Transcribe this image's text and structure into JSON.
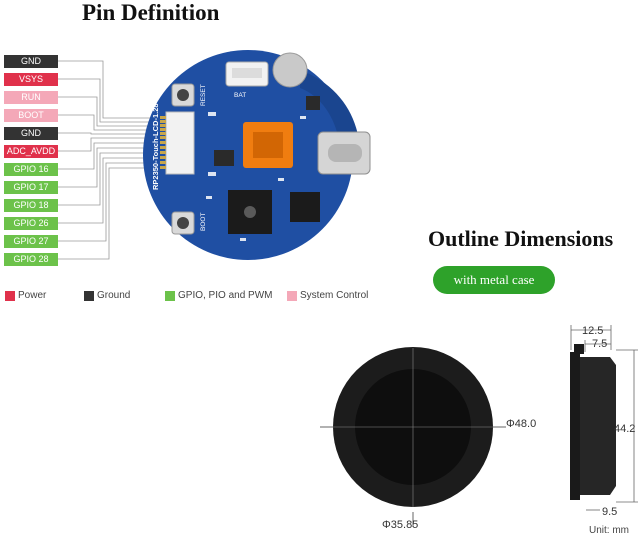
{
  "titles": {
    "pin_definition": "Pin Definition",
    "outline_dimensions": "Outline Dimensions"
  },
  "pins": [
    {
      "label": "GND",
      "category": "ground"
    },
    {
      "label": "VSYS",
      "category": "power"
    },
    {
      "label": "RUN",
      "category": "system"
    },
    {
      "label": "BOOT",
      "category": "system"
    },
    {
      "label": "GND",
      "category": "ground"
    },
    {
      "label": "ADC_AVDD",
      "category": "power"
    },
    {
      "label": "GPIO 16",
      "category": "gpio"
    },
    {
      "label": "GPIO 17",
      "category": "gpio"
    },
    {
      "label": "GPIO 18",
      "category": "gpio"
    },
    {
      "label": "GPIO 26",
      "category": "gpio"
    },
    {
      "label": "GPIO 27",
      "category": "gpio"
    },
    {
      "label": "GPIO 28",
      "category": "gpio"
    }
  ],
  "legend": [
    {
      "label": "Power",
      "color": "#e0314b"
    },
    {
      "label": "Ground",
      "color": "#333333"
    },
    {
      "label": "GPIO, PIO and PWM",
      "color": "#6cc24a"
    },
    {
      "label": "System Control",
      "color": "#f4a8b8"
    }
  ],
  "board": {
    "silkscreen_name": "RP2350-Touch-LCD-1.28",
    "labels": {
      "reset": "RESET",
      "bat": "BAT",
      "boot": "BOOT"
    }
  },
  "metal_case_label": "with metal case",
  "dimensions": {
    "outer_diameter": "Φ48.0",
    "inner_diameter": "Φ35.85",
    "depth_total": "12.5",
    "depth_step": "7.5",
    "height": "44.2",
    "base": "9.5"
  },
  "unit_label": "Unit: mm",
  "colors": {
    "pcb_blue": "#1f4fa3",
    "accent_green": "#2ea22a"
  }
}
